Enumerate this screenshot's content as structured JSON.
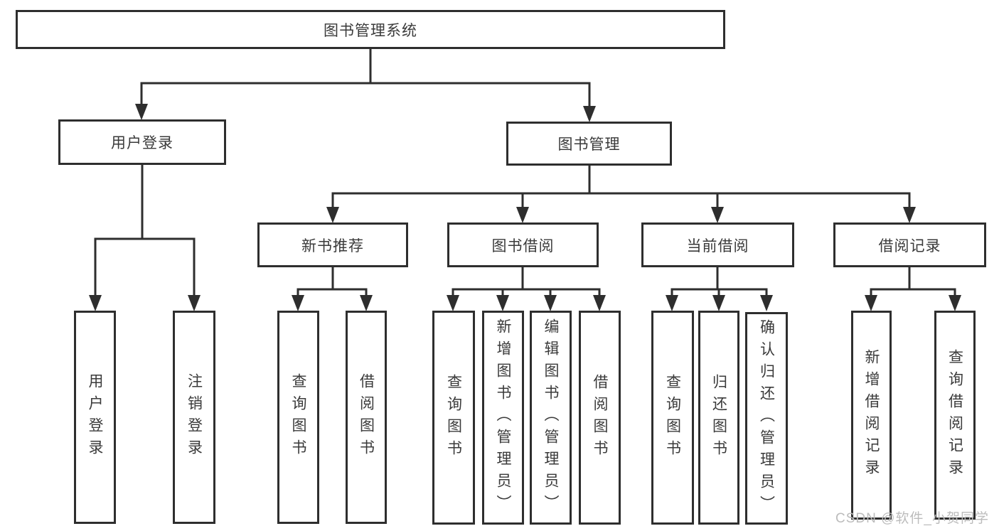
{
  "diagram": {
    "type": "hierarchy-tree",
    "colors": {
      "line": "#2e2e2e",
      "box_border": "#2e2e2e",
      "text": "#3a3a3a",
      "watermark": "#bcbcbc",
      "background": "#ffffff"
    },
    "watermark": {
      "text": "CSDN @软件_小贺同学"
    },
    "tree": {
      "root": {
        "label": "图书管理系统",
        "children": [
          {
            "label": "用户登录",
            "children": [
              {
                "label": "用户登录"
              },
              {
                "label": "注销登录"
              }
            ]
          },
          {
            "label": "图书管理",
            "children": [
              {
                "label": "新书推荐",
                "children": [
                  {
                    "label": "查询图书"
                  },
                  {
                    "label": "借阅图书"
                  }
                ]
              },
              {
                "label": "图书借阅",
                "children": [
                  {
                    "label": "查询图书"
                  },
                  {
                    "label": "新增图书（管理员）"
                  },
                  {
                    "label": "编辑图书（管理员）"
                  },
                  {
                    "label": "借阅图书"
                  }
                ]
              },
              {
                "label": "当前借阅",
                "children": [
                  {
                    "label": "查询图书"
                  },
                  {
                    "label": "归还图书"
                  },
                  {
                    "label": "确认归还（管理员）"
                  }
                ]
              },
              {
                "label": "借阅记录",
                "children": [
                  {
                    "label": "新增借阅记录"
                  },
                  {
                    "label": "查询借阅记录"
                  }
                ]
              }
            ]
          }
        ]
      }
    }
  }
}
